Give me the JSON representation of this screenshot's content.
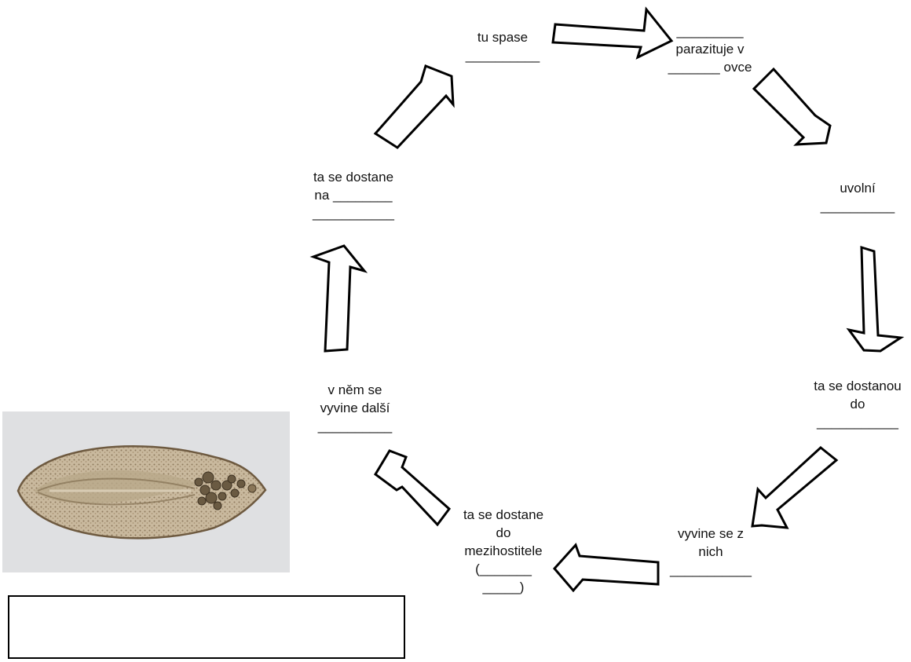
{
  "labels": {
    "tu_spase": "tu spase\n__________",
    "parazituje": "_________\nparazituje v\n_______ ovce",
    "uvolni": "uvolní\n__________",
    "dostanou_do": "ta se dostanou\ndo\n___________",
    "vyvine_z_nich": "vyvine se z\nnich\n___________",
    "mezihostitele": "ta se dostane\ndo\nmezihostitele\n(_______\n_____)",
    "vyvine_dalsi": "v něm se\nvyvine další\n__________",
    "dostane_na": "ta se dostane\nna ________\n___________"
  },
  "image": {
    "subject": "liver fluke (Fasciola hepatica) specimen",
    "icon": "fluke-image"
  },
  "answer_box": {
    "value": ""
  },
  "colors": {
    "stroke": "#000000",
    "fill": "#ffffff"
  }
}
